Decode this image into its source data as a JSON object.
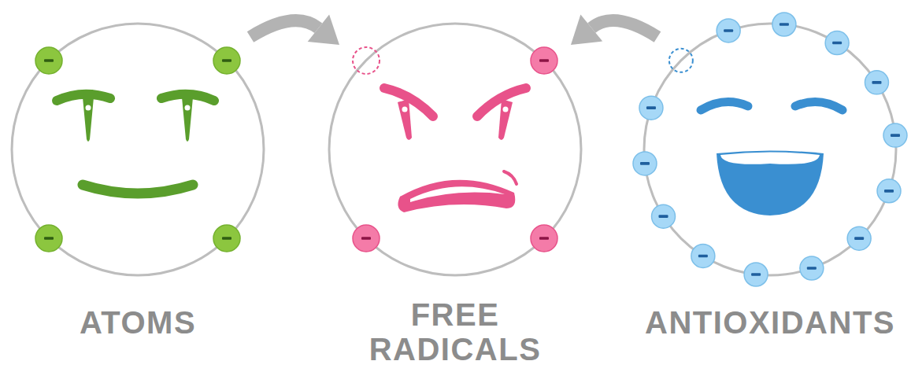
{
  "diagram": {
    "nodes": [
      {
        "text": [
          "ATOMS"
        ]
      },
      {
        "text": [
          "FREE RADICALS"
        ]
      },
      {
        "text": [
          "ANTIOXIDANTS"
        ]
      }
    ],
    "edges": [
      {
        "from": 0,
        "to": 1,
        "arrow": "to"
      },
      {
        "from": 2,
        "to": 1,
        "arrow": "to"
      }
    ]
  }
}
